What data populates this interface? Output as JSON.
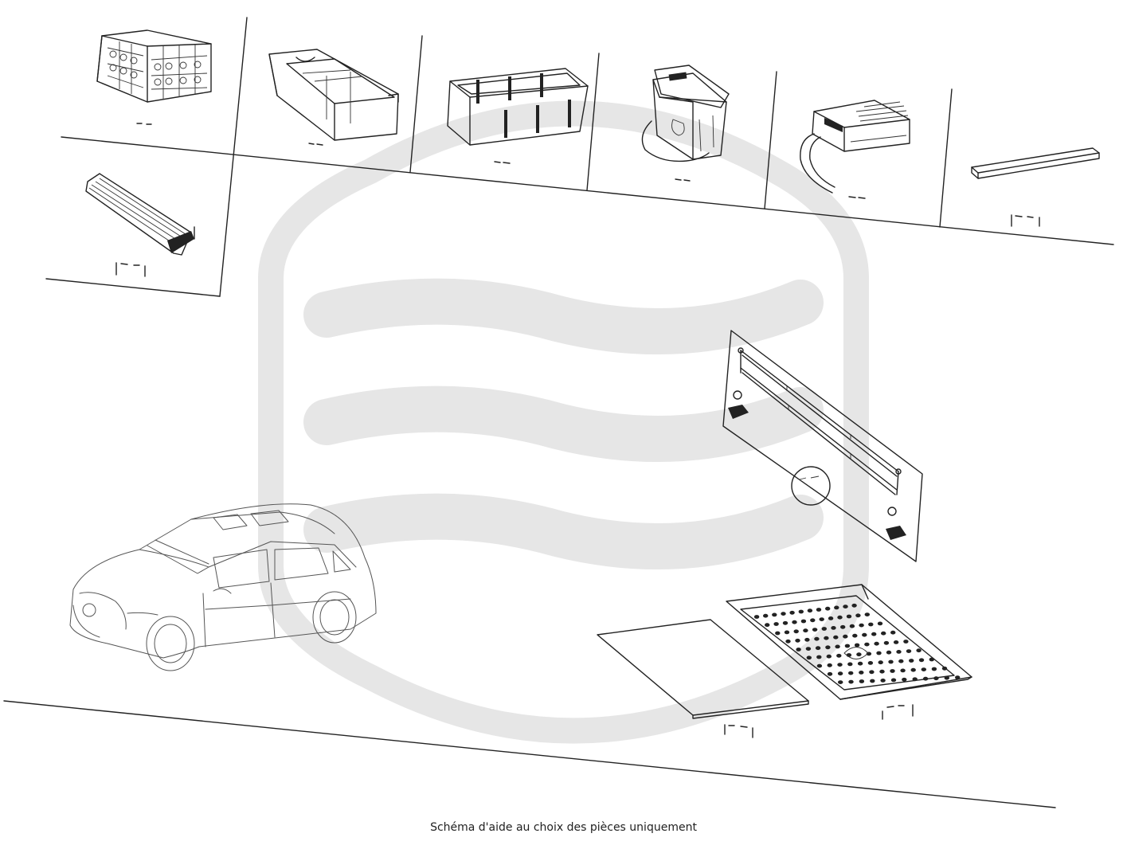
{
  "caption": "Schéma d'aide au choix des pièces uniquement",
  "watermark": {
    "color": "#e6e6e6"
  },
  "parts": [
    {
      "name": "folding-crate",
      "icon": "folding-crate-icon"
    },
    {
      "name": "trunk-organizer",
      "icon": "trunk-organizer-icon"
    },
    {
      "name": "storage-box",
      "icon": "storage-box-icon"
    },
    {
      "name": "cool-box",
      "icon": "cool-box-icon"
    },
    {
      "name": "cool-box-adapter",
      "icon": "power-adapter-icon"
    },
    {
      "name": "strip",
      "icon": "strip-icon"
    },
    {
      "name": "roof-bars",
      "icon": "roof-bars-icon"
    },
    {
      "name": "luggage-net-kit",
      "icon": "luggage-net-kit-icon"
    },
    {
      "name": "trunk-mat",
      "icon": "trunk-mat-icon"
    },
    {
      "name": "trunk-tray",
      "icon": "trunk-tray-icon"
    },
    {
      "name": "vehicle",
      "icon": "car-icon"
    }
  ]
}
